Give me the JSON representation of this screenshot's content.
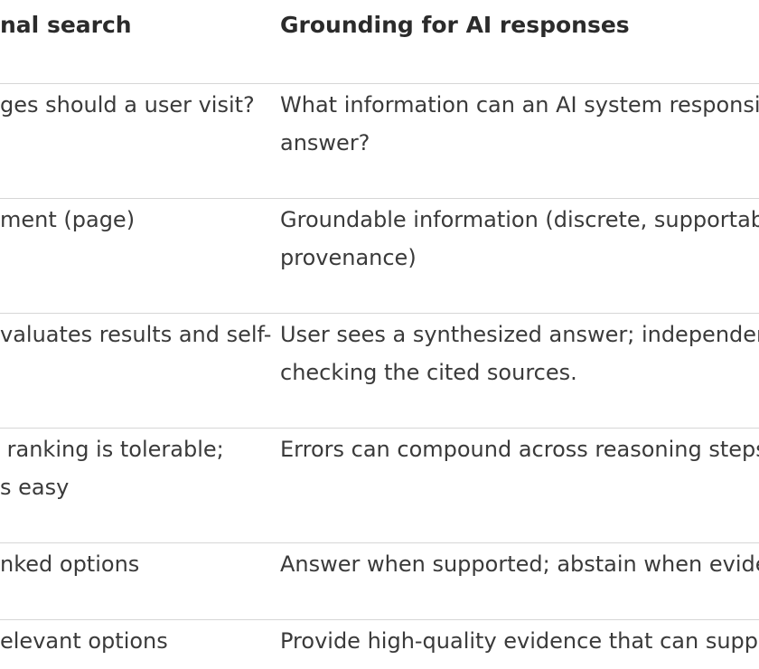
{
  "table": {
    "headers": {
      "left": "nal search",
      "right": "Grounding for AI responses"
    },
    "rows": [
      {
        "left": [
          "ges should a user visit?"
        ],
        "right": [
          "What information can an AI system responsibl",
          "answer?"
        ]
      },
      {
        "left": [
          "ment (page)"
        ],
        "right": [
          "Groundable information (discrete, supportable",
          "provenance)"
        ]
      },
      {
        "left": [
          "valuates results and self-"
        ],
        "right": [
          "User sees a synthesized answer; independent",
          "checking the cited sources."
        ]
      },
      {
        "left": [
          " ranking is tolerable;",
          "s easy"
        ],
        "right": [
          "Errors can compound across reasoning steps"
        ]
      },
      {
        "left": [
          "nked options"
        ],
        "right": [
          "Answer when supported; abstain when eviden"
        ]
      },
      {
        "left": [
          "elevant options"
        ],
        "right": [
          "Provide high-quality evidence that can suppor"
        ]
      }
    ]
  }
}
